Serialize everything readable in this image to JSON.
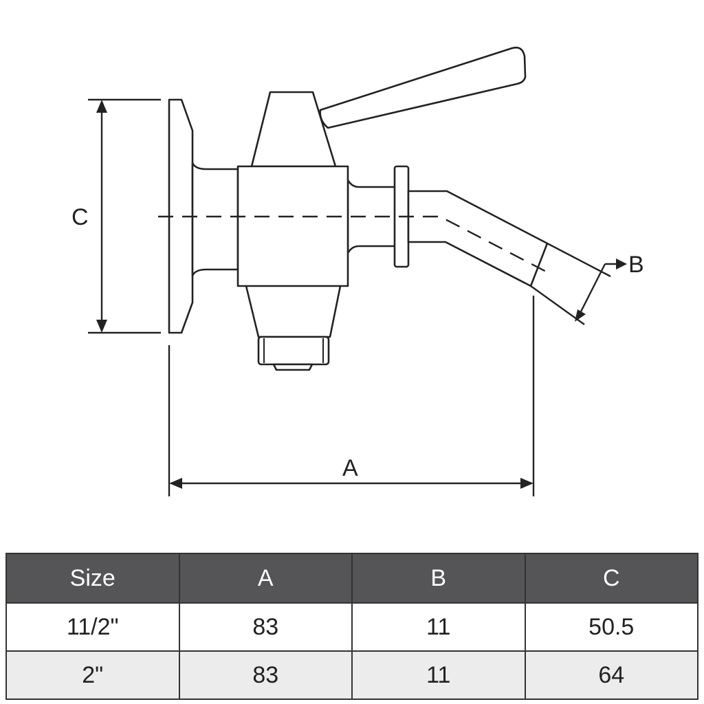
{
  "diagram": {
    "dimension_labels": {
      "a": "A",
      "b": "B",
      "c": "C"
    }
  },
  "table": {
    "headers": [
      "Size",
      "A",
      "B",
      "C"
    ],
    "rows": [
      [
        "11/2\"",
        "83",
        "11",
        "50.5"
      ],
      [
        "2\"",
        "83",
        "11",
        "64"
      ]
    ]
  },
  "colors": {
    "header_bg": "#555456",
    "header_text": "#ffffff",
    "row_alt_bg": "#ececed",
    "line": "#222222"
  }
}
